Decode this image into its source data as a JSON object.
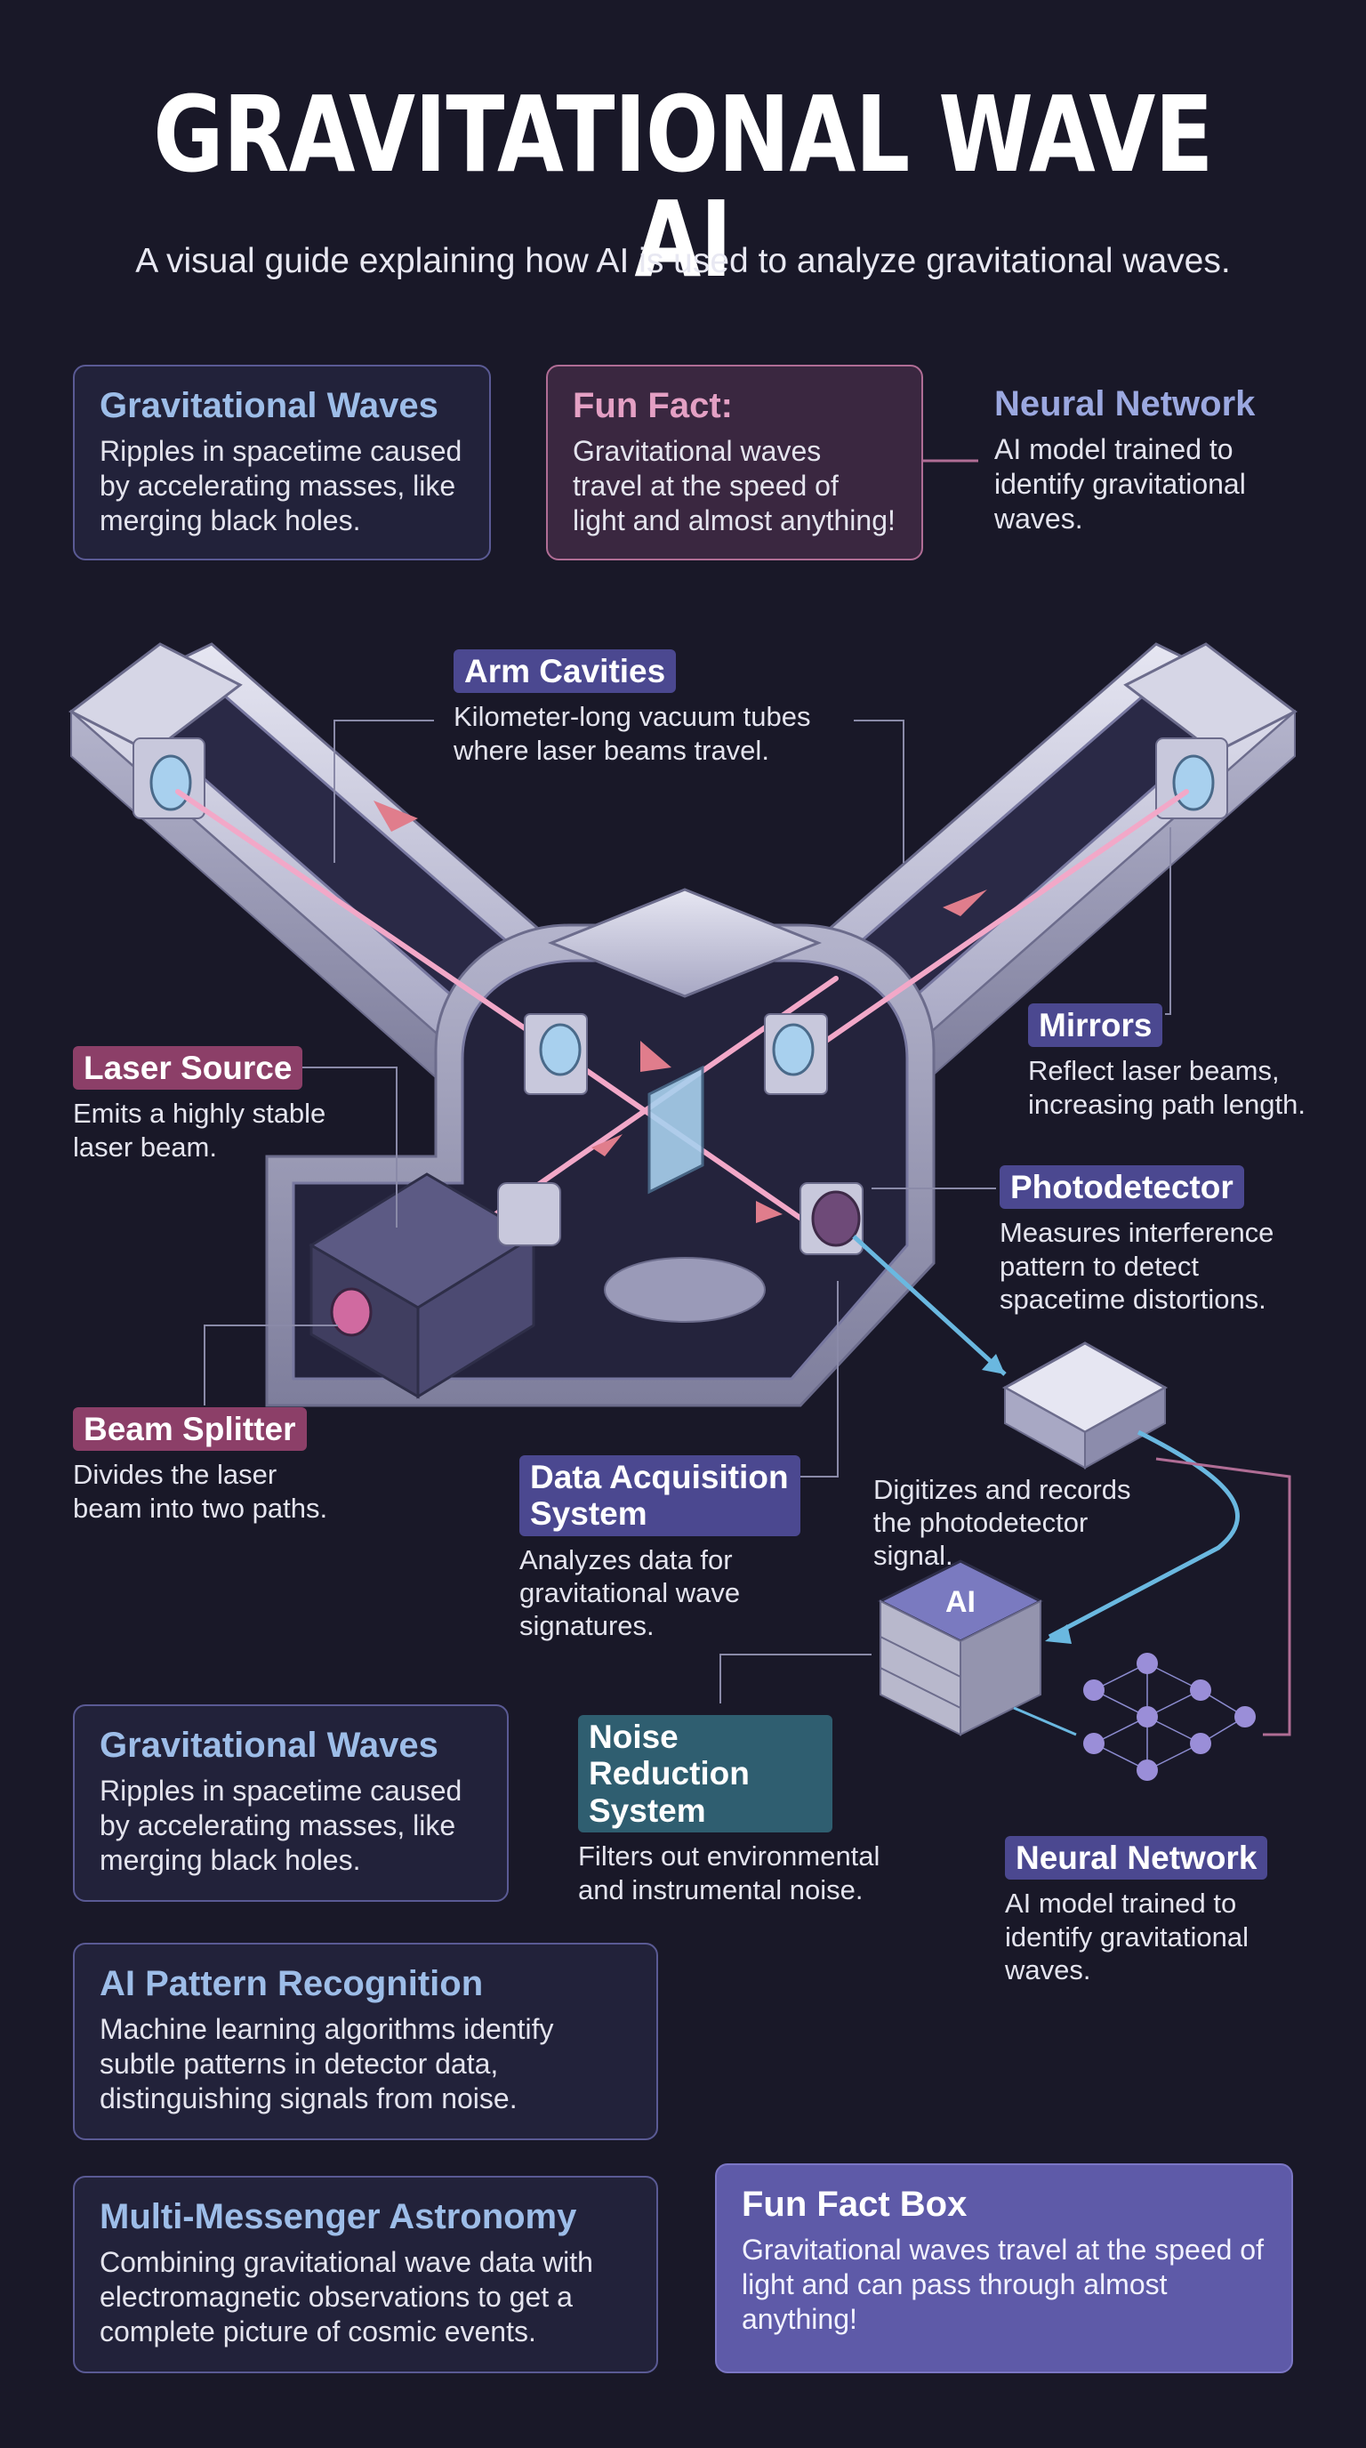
{
  "header": {
    "title": "GRAVITATIONAL WAVE AI",
    "subtitle": "A visual guide explaining how AI is used to analyze gravitational waves."
  },
  "top_cards": {
    "grav_waves": {
      "title": "Gravitational Waves",
      "text": "Ripples in spacetime caused by accelerating masses, like merging black holes."
    },
    "fun_fact": {
      "title": "Fun Fact:",
      "text": "Gravitational waves travel at the speed of light and almost anything!"
    },
    "neural": {
      "title": "Neural Network",
      "text": "AI model trained to identify gravitational waves."
    }
  },
  "labels": {
    "arm_cavities": {
      "title": "Arm Cavities",
      "text": "Kilometer-long vacuum tubes where laser beams travel."
    },
    "mirrors": {
      "title": "Mirrors",
      "text": "Reflect laser beams, increasing path length."
    },
    "laser_source": {
      "title": "Laser Source",
      "text": "Emits a highly stable laser beam."
    },
    "photodetector": {
      "title": "Photodetector",
      "text": "Measures interference pattern to detect spacetime distortions."
    },
    "beam_splitter": {
      "title": "Beam Splitter",
      "text": "Divides the laser beam into two paths."
    },
    "data_acquisition": {
      "title": "Data Acquisition System",
      "text": "Analyzes data for gravitational wave signatures."
    },
    "digitizer_text": "Digitizes and records the photodetector signal.",
    "noise_reduction": {
      "title": "Noise Reduction System",
      "text": "Filters out environmental and instrumental noise."
    },
    "neural_network": {
      "title": "Neural Network",
      "text": "AI model trained to identify gravitational waves."
    },
    "ai_chip_text": "AI"
  },
  "bottom_cards": {
    "grav_waves": {
      "title": "Gravitational Waves",
      "text": "Ripples in spacetime caused by accelerating masses, like merging black holes."
    },
    "pattern": {
      "title": "AI Pattern Recognition",
      "text": "Machine learning algorithms identify subtle patterns in detector data, distinguishing signals from noise."
    },
    "multi": {
      "title": "Multi-Messenger Astronomy",
      "text": "Combining gravitational wave data with electromagnetic observations to get a complete picture of cosmic events."
    },
    "fun_box": {
      "title": "Fun Fact Box",
      "text": "Gravitational waves travel at the speed of light and can pass through almost anything!"
    }
  },
  "colors": {
    "background": "#191828",
    "laser": "#f2a8c8",
    "signal": "#6ab8e0",
    "accent_purple": "#4b4890",
    "accent_pink": "#8c3f68"
  }
}
